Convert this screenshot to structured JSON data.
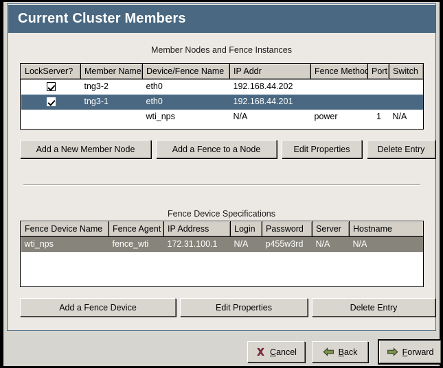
{
  "window": {
    "title": "Current Cluster Members"
  },
  "members_section": {
    "caption": "Member Nodes and Fence Instances",
    "columns": [
      "LockServer?",
      "Member Name",
      "Device/Fence Name",
      "IP Addr",
      "Fence Method",
      "Port",
      "Switch"
    ],
    "rows": [
      {
        "selected": false,
        "lockserver": true,
        "member_name": "tng3-2",
        "device_fence_name": "eth0",
        "ip_addr": "192.168.44.202",
        "fence_method": "",
        "port": "",
        "switch": ""
      },
      {
        "selected": true,
        "lockserver": true,
        "member_name": "tng3-1",
        "device_fence_name": "eth0",
        "ip_addr": "192.168.44.201",
        "fence_method": "",
        "port": "",
        "switch": ""
      },
      {
        "selected": false,
        "lockserver": false,
        "member_name": "",
        "device_fence_name": "wti_nps",
        "ip_addr": "N/A",
        "fence_method": "power",
        "port": "1",
        "switch": "N/A"
      }
    ],
    "buttons": {
      "add_member": "Add a New Member Node",
      "add_fence": "Add a Fence to a Node",
      "edit_properties": "Edit Properties",
      "delete_entry": "Delete Entry"
    }
  },
  "fence_section": {
    "caption": "Fence Device Specifications",
    "columns": [
      "Fence Device Name",
      "Fence Agent",
      "IP Address",
      "Login",
      "Password",
      "Server",
      "Hostname"
    ],
    "rows": [
      {
        "selected": true,
        "fence_device_name": "wti_nps",
        "fence_agent": "fence_wti",
        "ip_address": "172.31.100.1",
        "login": "N/A",
        "password": "p455w3rd",
        "server": "N/A",
        "hostname": "N/A"
      }
    ],
    "buttons": {
      "add_device": "Add a Fence Device",
      "edit_properties": "Edit Properties",
      "delete_entry": "Delete Entry"
    }
  },
  "footer": {
    "cancel": {
      "label": "Cancel",
      "mnemonic": "C",
      "icon": "cancel-x-icon"
    },
    "back": {
      "label": "Back",
      "mnemonic": "B",
      "icon": "arrow-left-icon"
    },
    "forward": {
      "label": "Forward",
      "mnemonic": "F",
      "icon": "arrow-right-icon",
      "focused": true
    }
  },
  "colors": {
    "titlebar": "#4a6881",
    "panel": "#ece9e4",
    "selection_blue": "#4a6881",
    "selection_gray": "#87857b",
    "button_face": "#d9d6cf",
    "header_face": "#d4d0c8",
    "accent_green": "#7d9153",
    "accent_red": "#8f2b3c"
  }
}
